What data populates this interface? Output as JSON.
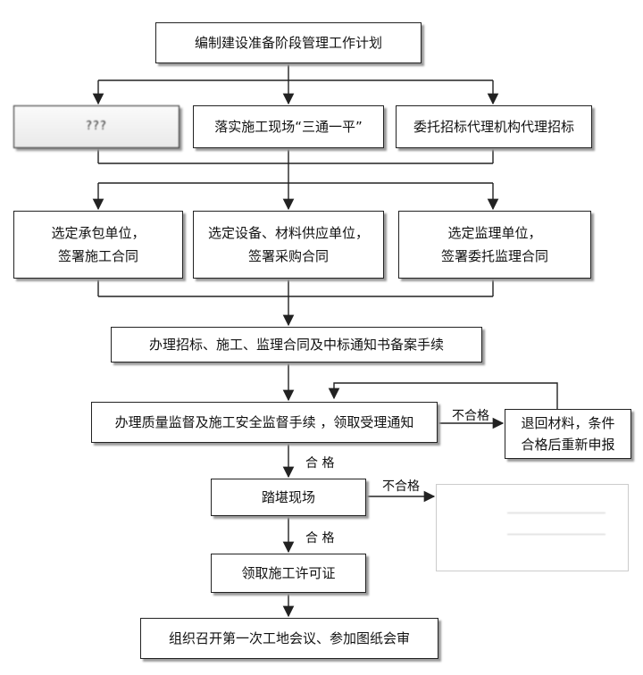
{
  "boxes": {
    "plan": "编制建设准备阶段管理工作计划",
    "left_blurred": "???",
    "three_one": "落实施工现场“三通一平”",
    "agency": "委托招标代理机构代理招标",
    "contractor": [
      "选定承包单位，",
      "签署施工合同"
    ],
    "supplier": [
      "选定设备、材料供应单位，",
      "签署采购合同"
    ],
    "supervisor": [
      "选定监理单位，",
      "签署委托监理合同"
    ],
    "filing": "办理招标、施工、监理合同及中标通知书备案手续",
    "supervision": "办理质量监督及施工安全监督手续 ，领取受理通知",
    "return": [
      "退回材料，条件",
      "合格后重新申报"
    ],
    "site": "踏堪现场",
    "permit": "领取施工许可证",
    "meeting": "组织召开第一次工地会议、参加图纸会审"
  },
  "labels": {
    "fail_1": "不合格",
    "pass_1": "合 格",
    "fail_2": "不合格",
    "pass_2": "合 格"
  }
}
